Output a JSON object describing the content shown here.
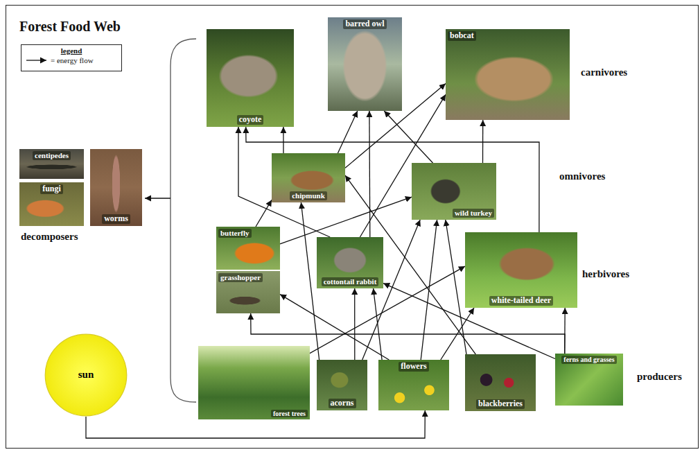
{
  "diagram": {
    "title": "Forest Food Web",
    "nodes": [
      {
        "text": [
          "coyote"
        ]
      },
      {
        "text": [
          "barred owl"
        ]
      },
      {
        "text": [
          "bobcat"
        ]
      },
      {
        "text": [
          "centipedes"
        ]
      },
      {
        "text": [
          "worms"
        ]
      },
      {
        "text": [
          "fungi"
        ]
      },
      {
        "text": [
          "chipmunk"
        ]
      },
      {
        "text": [
          "wild turkey"
        ]
      },
      {
        "text": [
          "butterfly"
        ]
      },
      {
        "text": [
          "grasshopper"
        ]
      },
      {
        "text": [
          "cottontail rabbit"
        ]
      },
      {
        "text": [
          "white-tailed deer"
        ]
      },
      {
        "text": [
          "sun"
        ]
      },
      {
        "text": [
          "forest trees"
        ]
      },
      {
        "text": [
          "acorns"
        ]
      },
      {
        "text": [
          "flowers"
        ]
      },
      {
        "text": [
          "blackberries"
        ]
      },
      {
        "text": [
          "ferns and grasses"
        ]
      }
    ],
    "edges": [
      {
        "from": 11,
        "to": 0,
        "arrow": "to"
      },
      {
        "from": 7,
        "to": 2,
        "arrow": "to"
      },
      {
        "from": 6,
        "to": 0,
        "arrow": "to"
      },
      {
        "from": 10,
        "to": 0,
        "arrow": "to"
      },
      {
        "from": 6,
        "to": 1,
        "arrow": "to"
      },
      {
        "from": 6,
        "to": 2,
        "arrow": "to"
      },
      {
        "from": 10,
        "to": 1,
        "arrow": "to"
      },
      {
        "from": 10,
        "to": 2,
        "arrow": "to"
      },
      {
        "from": 7,
        "to": 1,
        "arrow": "to"
      },
      {
        "from": 8,
        "to": 6,
        "arrow": "to"
      },
      {
        "from": 8,
        "to": 7,
        "arrow": "to"
      },
      {
        "from": 13,
        "to": 11,
        "arrow": "to"
      },
      {
        "from": 14,
        "to": 6,
        "arrow": "to"
      },
      {
        "from": 14,
        "to": 10,
        "arrow": "to"
      },
      {
        "from": 14,
        "to": 7,
        "arrow": "to"
      },
      {
        "from": 15,
        "to": 9,
        "arrow": "to"
      },
      {
        "from": 15,
        "to": 10,
        "arrow": "to"
      },
      {
        "from": 15,
        "to": 7,
        "arrow": "to"
      },
      {
        "from": 15,
        "to": 11,
        "arrow": "to"
      },
      {
        "from": 16,
        "to": 6,
        "arrow": "to"
      },
      {
        "from": 16,
        "to": 7,
        "arrow": "to"
      },
      {
        "from": 17,
        "to": 10,
        "arrow": "to"
      },
      {
        "from": 17,
        "to": 11,
        "arrow": "to"
      },
      {
        "from": 17,
        "to": 9,
        "arrow": "to"
      },
      {
        "from": 12,
        "to": 15,
        "arrow": "to"
      }
    ],
    "labels": [
      "legend",
      "carnivores",
      "omnivores",
      "herbivores",
      "producers",
      "decomposers"
    ],
    "legend": [
      {
        "text": "= energy flow"
      }
    ]
  }
}
